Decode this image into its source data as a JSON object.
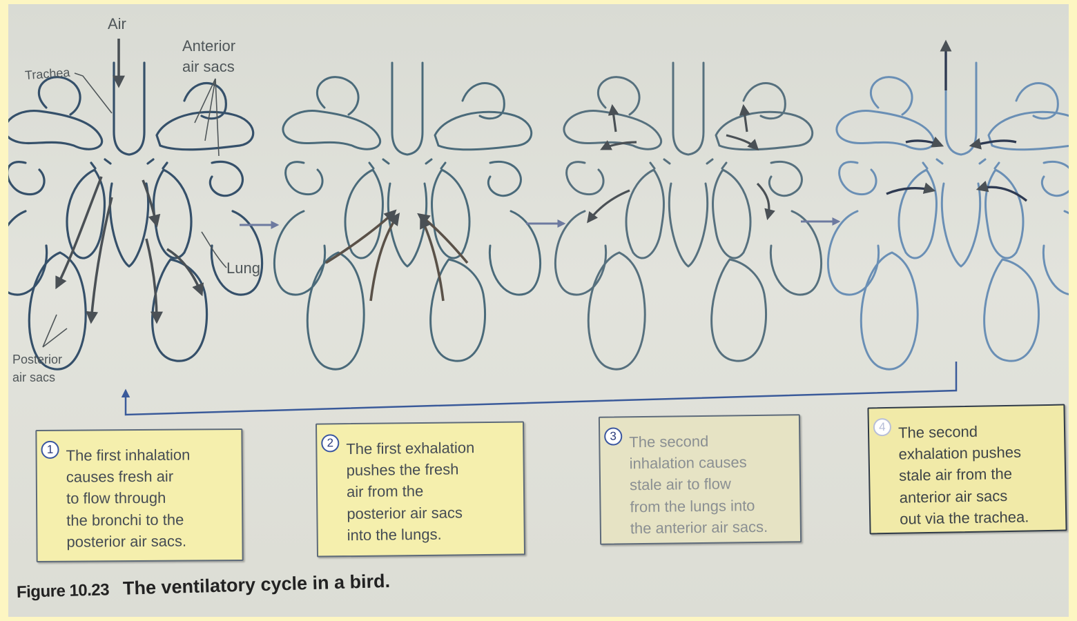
{
  "labels": {
    "air": "Air",
    "trachea": "Trachea",
    "anterior_air_sacs": "Anterior\nair sacs",
    "lung": "Lung",
    "posterior_air_sacs": "Posterior\nair sacs"
  },
  "steps": [
    {
      "number": "1",
      "text": "The first inhalation\ncauses fresh air\nto flow through\nthe bronchi to the\nposterior air sacs."
    },
    {
      "number": "2",
      "text": "The first exhalation\npushes the fresh\nair from the\nposterior air sacs\ninto the lungs."
    },
    {
      "number": "3",
      "text": "The second\ninhalation causes\nstale air to flow\nfrom the lungs into\nthe anterior air sacs."
    },
    {
      "number": "4",
      "text": "The second\nexhalation pushes\nstale air from the\nanterior air sacs\nout via the trachea."
    }
  ],
  "caption": {
    "figure_number": "Figure 10.23",
    "title": "The ventilatory cycle in a bird."
  },
  "colors": {
    "outline_1": "#35506a",
    "outline_2": "#4a6a7a",
    "outline_3": "#56707e",
    "outline_4": "#6a8fb5",
    "arrow": "#4a5055",
    "step_arrow": "#6d7aa0",
    "cycle_line": "#3a5a9a",
    "box_fill": "#f5efad"
  }
}
